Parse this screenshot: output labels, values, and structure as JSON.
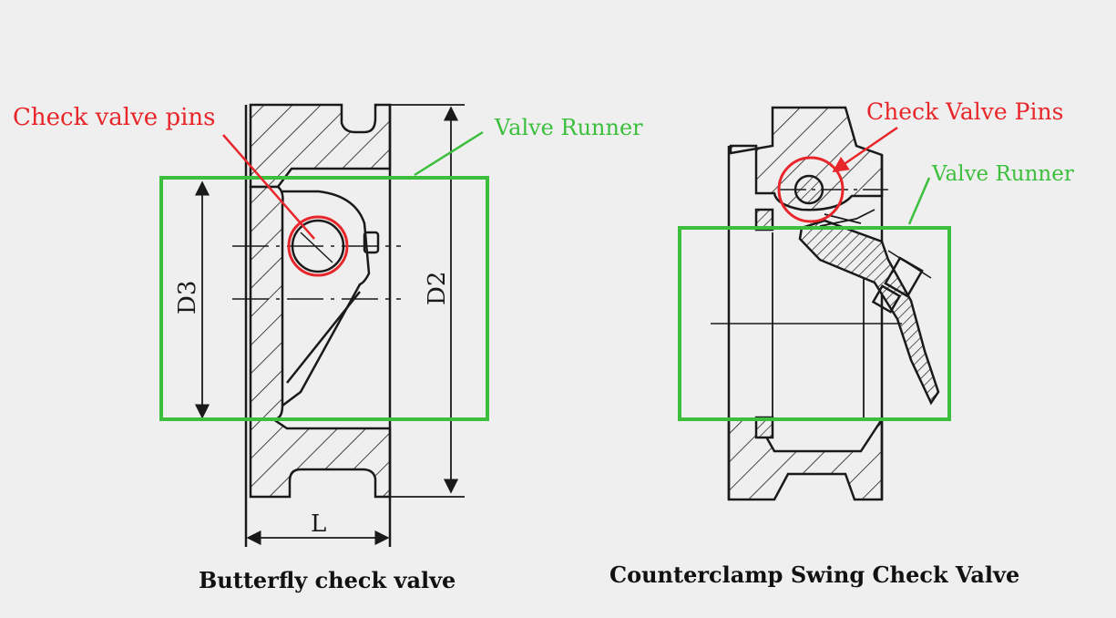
{
  "left_diagram": {
    "caption": "Butterfly check valve",
    "pin_label": "Check valve pins",
    "runner_label": "Valve Runner",
    "dim_d3": "D3",
    "dim_d2": "D2",
    "dim_l": "L"
  },
  "right_diagram": {
    "caption": "Counterclamp Swing Check Valve",
    "pin_label": "Check Valve Pins",
    "runner_label": "Valve Runner"
  },
  "colors": {
    "pin_annotation": "#e8262a",
    "runner_annotation": "#3cbf3c",
    "line_art": "#1a1a1a",
    "background": "#efefef"
  }
}
